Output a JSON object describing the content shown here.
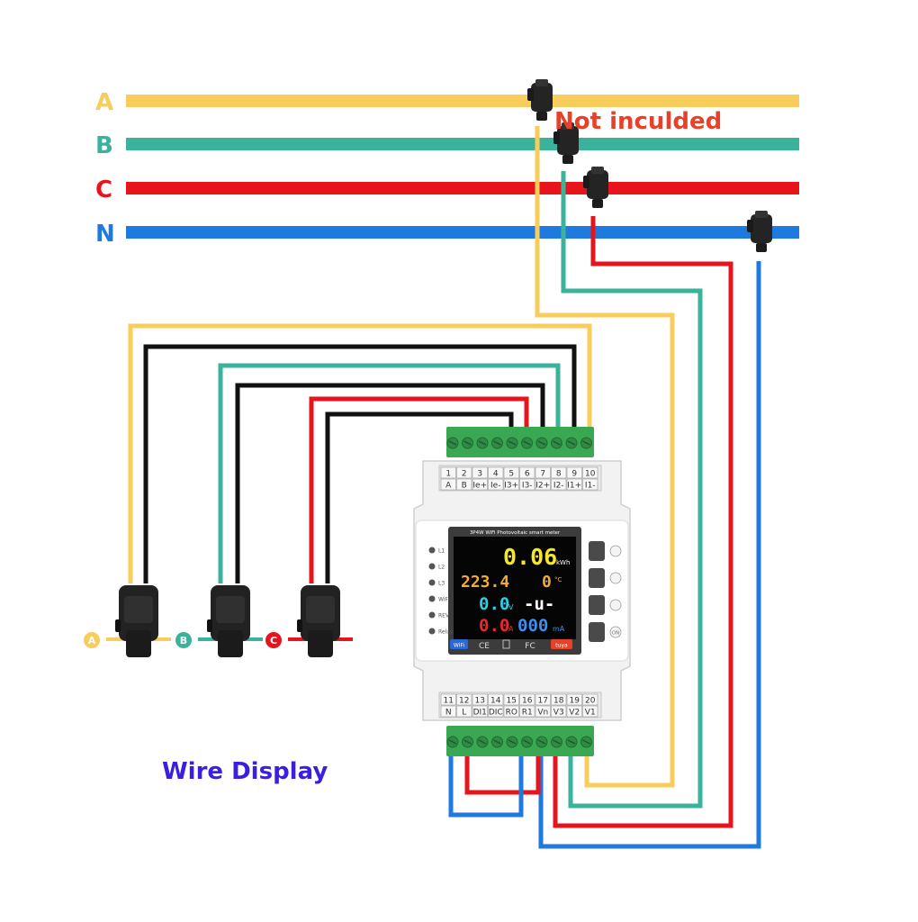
{
  "colors": {
    "phase_a": "#f8cd5c",
    "phase_b": "#3ab39a",
    "phase_c": "#e8141c",
    "neutral": "#1f7ae0",
    "black_wire": "#111111",
    "terminal_green": "#3aa853",
    "not_included_text": "#e8412a",
    "wire_display_text": "#3a1fe0"
  },
  "bus": {
    "labels": [
      "A",
      "B",
      "C",
      "N"
    ]
  },
  "annotations": {
    "not_included": "Not inculded",
    "wire_display": "Wire Display"
  },
  "ct_clamps": {
    "labels": [
      "A",
      "B",
      "C"
    ]
  },
  "device": {
    "top_numbers": [
      "1",
      "2",
      "3",
      "4",
      "5",
      "6",
      "7",
      "8",
      "9",
      "10"
    ],
    "top_labels": [
      "A",
      "B",
      "Ie+",
      "Ie-",
      "I3+",
      "I3-",
      "I2+",
      "I2-",
      "I1+",
      "I1-"
    ],
    "bottom_numbers": [
      "11",
      "12",
      "13",
      "14",
      "15",
      "16",
      "17",
      "18",
      "19",
      "20"
    ],
    "bottom_labels": [
      "N",
      "L",
      "DI1",
      "DIC",
      "RO",
      "R1",
      "Vn",
      "V3",
      "V2",
      "V1"
    ],
    "display_title": "3P4W WiFi Photovoltaic smart meter",
    "indicators": [
      "L1",
      "L2",
      "L3",
      "WiFi",
      "REV",
      "Relay"
    ],
    "lcd": {
      "energy": "0.06",
      "energy_unit": "kWh",
      "voltage_main": "223.4",
      "temp": "0",
      "temp_unit": "°C",
      "volt_small": "0.0",
      "volt_unit": "V",
      "status": "-u-",
      "current": "0.0",
      "current_unit": "A",
      "leak": "000",
      "leak_unit": "mA"
    },
    "badges": {
      "wifi": "WiFi",
      "ce": "CE",
      "fc": "FC",
      "tuya": "tuya"
    },
    "button_labels": [
      "",
      "",
      "",
      "ON"
    ]
  }
}
